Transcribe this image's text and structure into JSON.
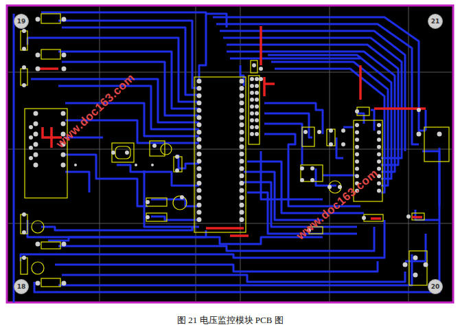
{
  "diagram": {
    "caption": "图 21 电压监控模块 PCB 图",
    "nodes": [
      {
        "text": [
          "19"
        ]
      },
      {
        "text": [
          "21"
        ]
      },
      {
        "text": [
          "18"
        ]
      },
      {
        "text": [
          "20"
        ]
      }
    ],
    "labels": [
      "www.doc163.com",
      "www.doc163.com"
    ]
  }
}
